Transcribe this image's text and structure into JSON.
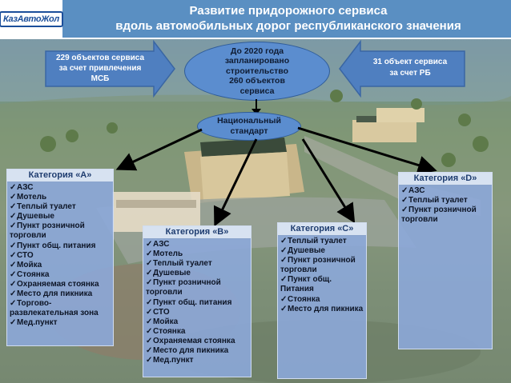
{
  "header": {
    "logo_text": "КазАвтоЖол",
    "title_line1": "Развитие придорожного сервиса",
    "title_line2": "вдоль автомобильных дорог республиканского значения"
  },
  "left_arrow": {
    "line1": "229 объектов сервиса",
    "line2": "за счет привлечения",
    "line3": "МСБ"
  },
  "right_arrow": {
    "line1": "31 объект сервиса",
    "line2": "за счет РБ"
  },
  "plan_ellipse": {
    "line1": "До 2020 года",
    "line2": "запланировано",
    "line3": "строительство",
    "line4": "260 объектов",
    "line5": "сервиса"
  },
  "standard_ellipse": {
    "line1": "Национальный",
    "line2": "стандарт"
  },
  "check_mark": "✓",
  "colors": {
    "header": "#5a8fc2",
    "panel": "#8ca8dc",
    "ellipse": "#5b8dcf",
    "arrow": "#000000"
  },
  "categories": {
    "a": {
      "title": "Категория «А»",
      "items": [
        "АЗС",
        "Мотель",
        "Теплый туалет",
        "Душевые",
        "Пункт розничной торговли",
        "Пункт общ. питания",
        "СТО",
        "Мойка",
        "Стоянка",
        "Охраняемая стоянка",
        "Место для пикника",
        "Торгово-развлекательная зона",
        "Мед.пункт"
      ]
    },
    "b": {
      "title": "Категория «В»",
      "items": [
        "АЗС",
        "Мотель",
        "Теплый туалет",
        "Душевые",
        "Пункт розничной торговли",
        "Пункт общ. питания",
        "СТО",
        "Мойка",
        "Стоянка",
        "Охраняемая стоянка",
        "Место для пикника",
        "Мед.пункт"
      ]
    },
    "c": {
      "title": "Категория «С»",
      "items": [
        "Теплый туалет",
        "Душевые",
        "Пункт розничной торговли",
        "Пункт общ. Питания",
        "Стоянка",
        "Место для пикника"
      ]
    },
    "d": {
      "title": "Категория «D»",
      "items": [
        "АЗС",
        "Теплый туалет",
        "Пункт розничной торговли"
      ]
    }
  }
}
